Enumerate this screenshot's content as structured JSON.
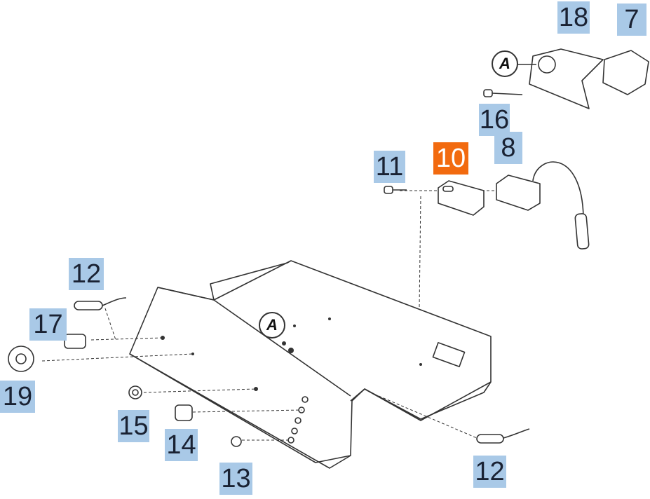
{
  "diagram": {
    "callouts": [
      {
        "id": "18",
        "label": "18"
      },
      {
        "id": "7",
        "label": "7"
      },
      {
        "id": "16",
        "label": "16"
      },
      {
        "id": "8",
        "label": "8"
      },
      {
        "id": "11",
        "label": "11"
      },
      {
        "id": "10",
        "label": "10",
        "highlighted": true
      },
      {
        "id": "12a",
        "label": "12"
      },
      {
        "id": "17",
        "label": "17"
      },
      {
        "id": "19",
        "label": "19"
      },
      {
        "id": "15",
        "label": "15"
      },
      {
        "id": "14",
        "label": "14"
      },
      {
        "id": "13",
        "label": "13"
      },
      {
        "id": "12b",
        "label": "12"
      }
    ],
    "reference_marks": [
      {
        "label": "A"
      },
      {
        "label": "A"
      }
    ],
    "colors": {
      "callout": "#a9c9e7",
      "highlight": "#f26a0f"
    }
  }
}
